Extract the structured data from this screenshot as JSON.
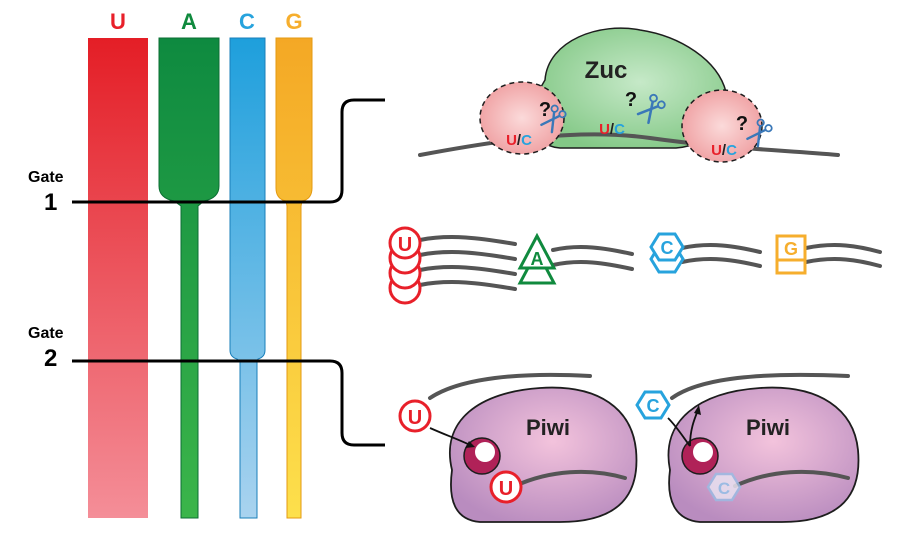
{
  "bases": [
    {
      "key": "U",
      "label": "U",
      "color": "#e8202a"
    },
    {
      "key": "A",
      "label": "A",
      "color": "#108a3e"
    },
    {
      "key": "C",
      "label": "C",
      "color": "#27a3dd"
    },
    {
      "key": "G",
      "label": "G",
      "color": "#f6ae2d"
    }
  ],
  "gates": [
    {
      "word": "Gate",
      "number": "1"
    },
    {
      "word": "Gate",
      "number": "2"
    }
  ],
  "zuc": {
    "label": "Zuc",
    "question": "?",
    "site_u": "U",
    "site_slash": "/",
    "site_c": "C"
  },
  "fragments": {
    "U": "U",
    "A": "A",
    "C": "C",
    "G": "G"
  },
  "piwi": [
    {
      "label": "Piwi",
      "incoming": "U",
      "bound": "U",
      "outcome": "accepted"
    },
    {
      "label": "Piwi",
      "incoming": "C",
      "bound": "C",
      "outcome": "rejected"
    }
  ],
  "colors": {
    "zuc_body": "#8fce8f",
    "zuc_pocket": "#f2a6a6",
    "piwi_body": "#c89ac6",
    "piwi_pocket": "#b02258",
    "rna": "#555555",
    "scissors": "#3a78b8"
  }
}
